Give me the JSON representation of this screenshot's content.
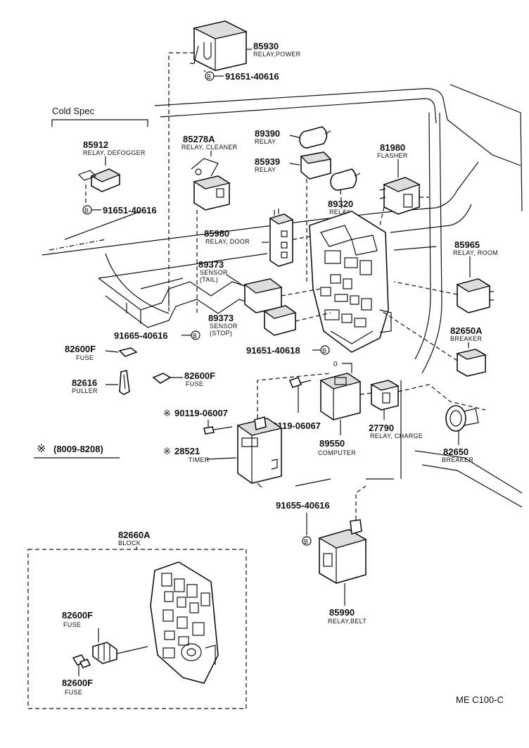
{
  "labels": {
    "cold_spec": "Cold Spec",
    "p85930": {
      "pn": "85930",
      "name": "RELAY,POWER"
    },
    "b_power": "91651-40616",
    "p85912": {
      "pn": "85912",
      "name": "RELAY, DEFOGGER"
    },
    "b_defogger": "91651-40616",
    "p85278A": {
      "pn": "85278A",
      "name": "RELAY, CLEANER"
    },
    "p89390": {
      "pn": "89390",
      "name": "RELAY"
    },
    "p85939": {
      "pn": "85939",
      "name": "RELAY"
    },
    "p81980": {
      "pn": "81980",
      "name": "FLASHER"
    },
    "p89320": {
      "pn": "89320",
      "name": "RELAY"
    },
    "p85980": {
      "pn": "85980",
      "name": "RELAY, DOOR"
    },
    "p85965": {
      "pn": "85965",
      "name": "RELAY, ROOM"
    },
    "p89373a": {
      "pn": "89373",
      "name1": "SENSOR",
      "name2": "(TAIL)"
    },
    "p89373b": {
      "pn": "89373",
      "name1": "SENSOR",
      "name2": "(STOP)"
    },
    "p82650A": {
      "pn": "82650A",
      "name": "BREAKER"
    },
    "b_91665": "91665-40616",
    "b_91651b": "91651-40618",
    "p82600F_a": {
      "pn": "82600F",
      "name": "FUSE"
    },
    "p82616": {
      "pn": "82616",
      "name": "PULLER"
    },
    "p82600F_b": {
      "pn": "82600F",
      "name": "FUSE"
    },
    "p90119a": "90119-06007",
    "p90119b": "90119-06067",
    "p28521": {
      "pn": "28521",
      "name": "TIMER"
    },
    "range": "(8009-8208)",
    "p89550": {
      "pn": "89550",
      "name": "COMPUTER"
    },
    "p27790": {
      "pn": "27790",
      "name": "RELAY, CHARGE"
    },
    "p82650": {
      "pn": "82650",
      "name": "BREAKER"
    },
    "b_91655": "91655-40616",
    "p85990": {
      "pn": "85990",
      "name": "RELAY,BELT"
    },
    "p82660A": {
      "pn": "82660A",
      "name": "BLOCK"
    },
    "p82600F_c": {
      "pn": "82600F",
      "name": "FUSE"
    },
    "p82600F_d": {
      "pn": "82600F",
      "name": "FUSE"
    },
    "zero": "0",
    "code": "ME C100-C",
    "b_letter": "B",
    "mark": "※"
  }
}
